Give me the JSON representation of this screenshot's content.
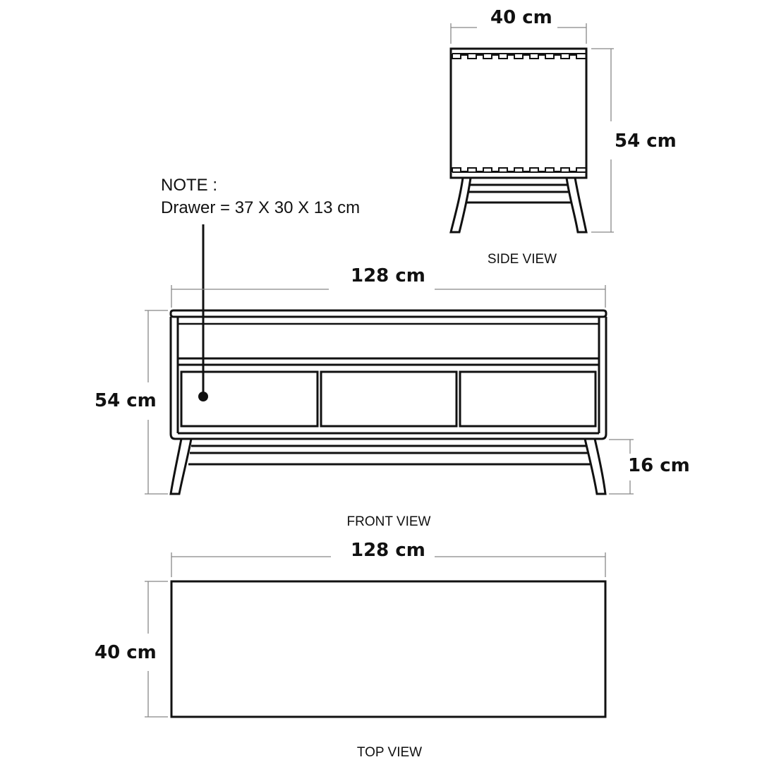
{
  "note": {
    "title": "NOTE :",
    "text": "Drawer = 37 X 30 X 13 cm"
  },
  "side_view": {
    "label": "SIDE VIEW",
    "width_dim": "40 cm",
    "height_dim": "54 cm"
  },
  "front_view": {
    "label": "FRONT VIEW",
    "width_dim": "128 cm",
    "height_dim": "54 cm",
    "leg_height_dim": "16 cm",
    "drawer_count": 3
  },
  "top_view": {
    "label": "TOP VIEW",
    "width_dim": "128 cm",
    "depth_dim": "40 cm"
  },
  "colors": {
    "line": "#111111",
    "dimension_line": "#888888",
    "background": "#ffffff"
  }
}
